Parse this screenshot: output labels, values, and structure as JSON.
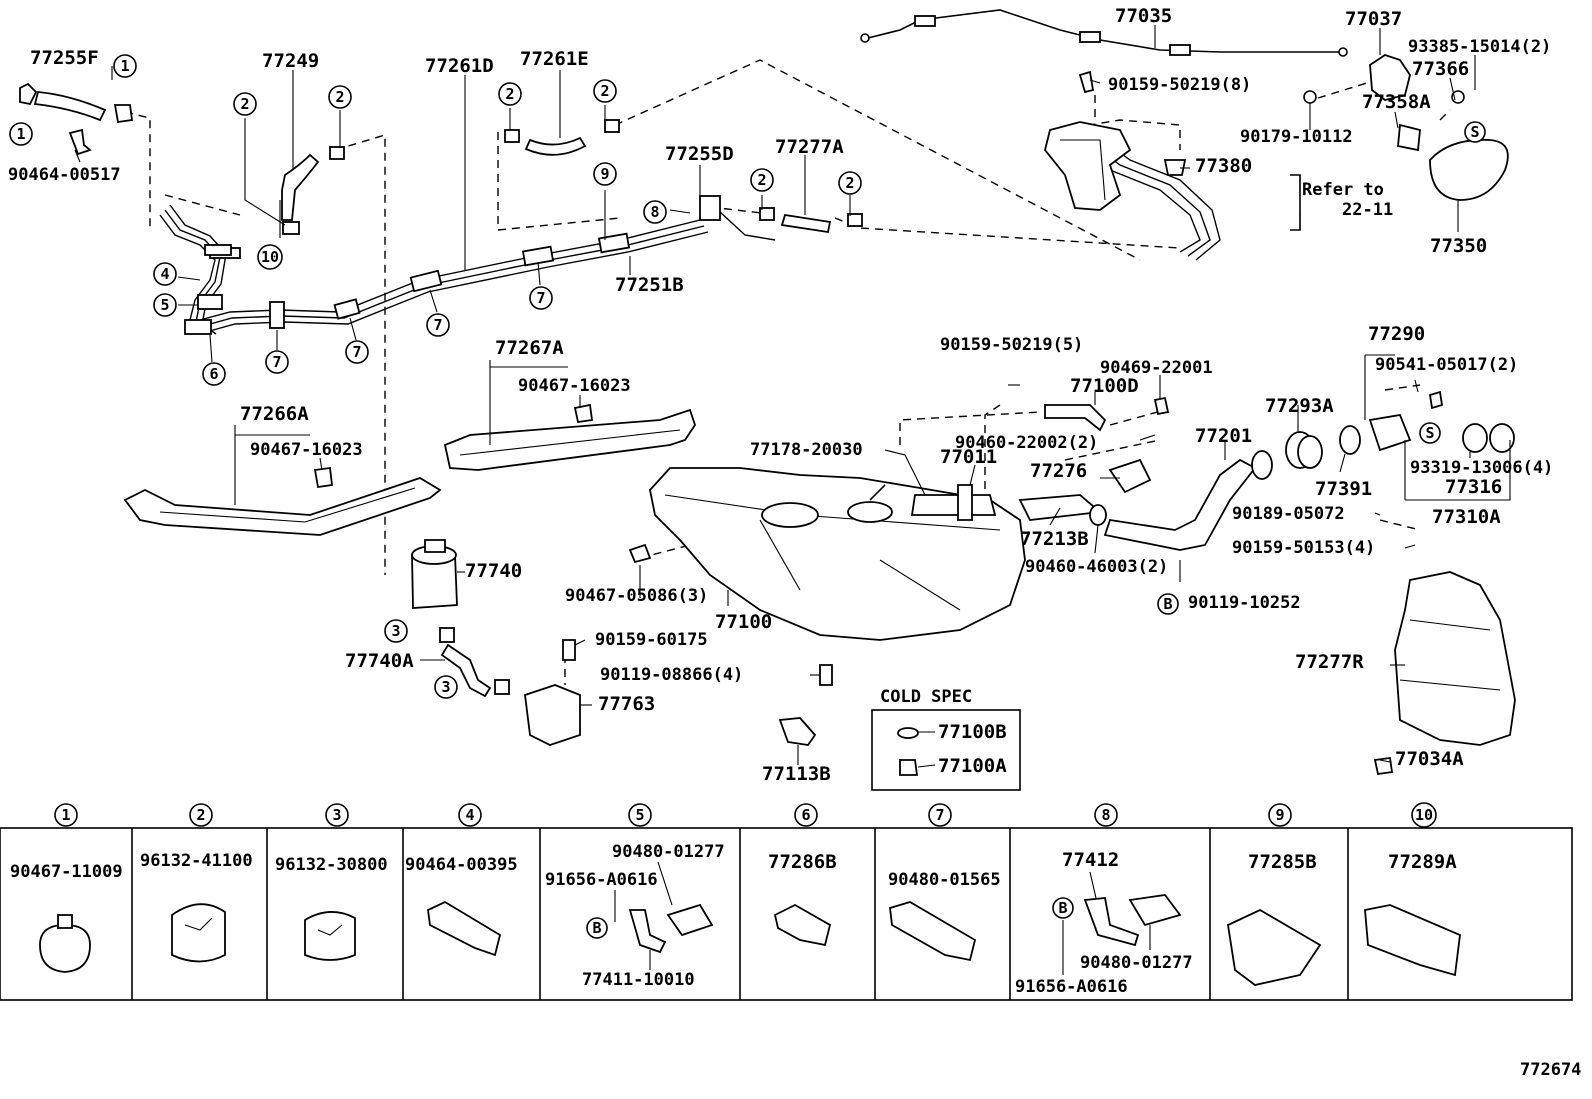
{
  "parts": [
    {
      "label": "77255F"
    },
    {
      "label": "77249"
    },
    {
      "label": "77261D"
    },
    {
      "label": "77261E"
    },
    {
      "label": "77035"
    },
    {
      "label": "77037"
    },
    {
      "label": "93385-15014(2)"
    },
    {
      "label": "77366"
    },
    {
      "label": "90159-50219(8)"
    },
    {
      "label": "77358A"
    },
    {
      "label": "90179-10112"
    },
    {
      "label": "77380"
    },
    {
      "label": "Refer to"
    },
    {
      "label": "22-11"
    },
    {
      "label": "77350"
    },
    {
      "label": "90464-00517"
    },
    {
      "label": "77255D"
    },
    {
      "label": "77277A"
    },
    {
      "label": "77251B"
    },
    {
      "label": "77267A"
    },
    {
      "label": "90467-16023"
    },
    {
      "label": "77266A"
    },
    {
      "label": "90467-16023"
    },
    {
      "label": "90159-50219(5)"
    },
    {
      "label": "90469-22001"
    },
    {
      "label": "77100D"
    },
    {
      "label": "77178-20030"
    },
    {
      "label": "90460-22002(2)"
    },
    {
      "label": "77011"
    },
    {
      "label": "77201"
    },
    {
      "label": "77276"
    },
    {
      "label": "77213B"
    },
    {
      "label": "90460-46003(2)"
    },
    {
      "label": "77290"
    },
    {
      "label": "90541-05017(2)"
    },
    {
      "label": "77293A"
    },
    {
      "label": "77391"
    },
    {
      "label": "93319-13006(4)"
    },
    {
      "label": "77316"
    },
    {
      "label": "90189-05072"
    },
    {
      "label": "77310A"
    },
    {
      "label": "90159-50153(4)"
    },
    {
      "label": "90119-10252"
    },
    {
      "label": "77740"
    },
    {
      "label": "90467-05086(3)"
    },
    {
      "label": "77100"
    },
    {
      "label": "90159-60175"
    },
    {
      "label": "77740A"
    },
    {
      "label": "90119-08866(4)"
    },
    {
      "label": "77763"
    },
    {
      "label": "COLD SPEC"
    },
    {
      "label": "77100B"
    },
    {
      "label": "77100A"
    },
    {
      "label": "77113B"
    },
    {
      "label": "77277R"
    },
    {
      "label": "77034A"
    }
  ],
  "callouts": [
    "1",
    "1",
    "1",
    "2",
    "2",
    "2",
    "2",
    "2",
    "2",
    "10",
    "4",
    "5",
    "6",
    "7",
    "7",
    "7",
    "7",
    "7",
    "9",
    "8",
    "3",
    "3",
    "S",
    "S",
    "B"
  ],
  "legend": [
    {
      "num": "1",
      "parts": [
        "90467-11009"
      ]
    },
    {
      "num": "2",
      "parts": [
        "96132-41100"
      ]
    },
    {
      "num": "3",
      "parts": [
        "96132-30800"
      ]
    },
    {
      "num": "4",
      "parts": [
        "90464-00395"
      ]
    },
    {
      "num": "5",
      "parts": [
        "90480-01277",
        "91656-A0616",
        "77411-10010"
      ],
      "badge": "B"
    },
    {
      "num": "6",
      "parts": [
        "77286B"
      ]
    },
    {
      "num": "7",
      "parts": [
        "90480-01565"
      ]
    },
    {
      "num": "8",
      "parts": [
        "77412",
        "90480-01277",
        "91656-A0616"
      ],
      "badge": "B"
    },
    {
      "num": "9",
      "parts": [
        "77285B"
      ]
    },
    {
      "num": "10",
      "parts": [
        "77289A"
      ]
    }
  ],
  "diagram_id": "772674"
}
